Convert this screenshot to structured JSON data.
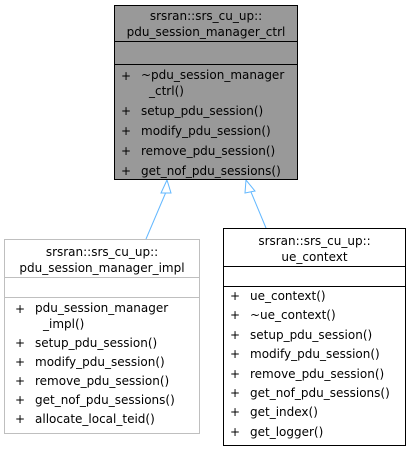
{
  "diagram": {
    "colors": {
      "edge": "#63b8ff",
      "base_class_fill": "#999999",
      "base_class_border": "#000000",
      "derived_class_border": "#bfbfbf",
      "derived_class_border_dark": "#000000"
    },
    "base_class": {
      "name_line1": "srsran::srs_cu_up::",
      "name_line2": "pdu_session_manager_ctrl",
      "methods": [
        {
          "vis": "+",
          "text": "~pdu_session_manager",
          "cont": "_ctrl()"
        },
        {
          "vis": "+",
          "text": "setup_pdu_session()"
        },
        {
          "vis": "+",
          "text": "modify_pdu_session()"
        },
        {
          "vis": "+",
          "text": "remove_pdu_session()"
        },
        {
          "vis": "+",
          "text": "get_nof_pdu_sessions()"
        }
      ]
    },
    "derived_classes": [
      {
        "name_line1": "srsran::srs_cu_up::",
        "name_line2": "pdu_session_manager_impl",
        "methods": [
          {
            "vis": "+",
            "text": "pdu_session_manager",
            "cont": "_impl()"
          },
          {
            "vis": "+",
            "text": "setup_pdu_session()"
          },
          {
            "vis": "+",
            "text": "modify_pdu_session()"
          },
          {
            "vis": "+",
            "text": "remove_pdu_session()"
          },
          {
            "vis": "+",
            "text": "get_nof_pdu_sessions()"
          },
          {
            "vis": "+",
            "text": "allocate_local_teid()"
          }
        ]
      },
      {
        "name_line1": "srsran::srs_cu_up::",
        "name_line2": "ue_context",
        "methods": [
          {
            "vis": "+",
            "text": "ue_context()"
          },
          {
            "vis": "+",
            "text": "~ue_context()"
          },
          {
            "vis": "+",
            "text": "setup_pdu_session()"
          },
          {
            "vis": "+",
            "text": "modify_pdu_session()"
          },
          {
            "vis": "+",
            "text": "remove_pdu_session()"
          },
          {
            "vis": "+",
            "text": "get_nof_pdu_sessions()"
          },
          {
            "vis": "+",
            "text": "get_index()"
          },
          {
            "vis": "+",
            "text": "get_logger()"
          }
        ]
      }
    ]
  }
}
